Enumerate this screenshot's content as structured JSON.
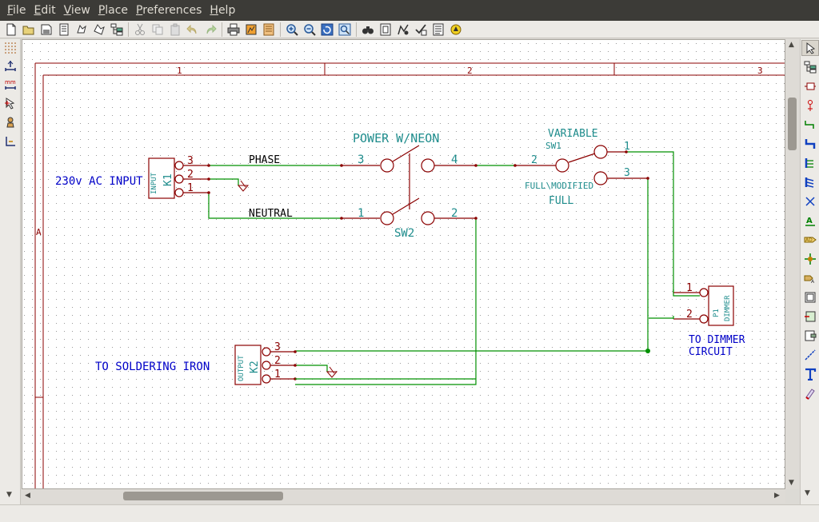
{
  "menu": {
    "items": [
      {
        "label": "File",
        "mnemonic": "F",
        "rest": "ile"
      },
      {
        "label": "Edit",
        "mnemonic": "E",
        "rest": "dit"
      },
      {
        "label": "View",
        "mnemonic": "V",
        "rest": "iew"
      },
      {
        "label": "Place",
        "mnemonic": "P",
        "rest": "lace"
      },
      {
        "label": "Preferences",
        "mnemonic": "P",
        "rest": "references"
      },
      {
        "label": "Help",
        "mnemonic": "H",
        "rest": "elp"
      }
    ]
  },
  "toolbar_icons": [
    "new-schematic-icon",
    "open-schematic-icon",
    "save-all-icon",
    "page-settings-icon",
    "load-project-icon",
    "save-project-icon",
    "hierarchy-navigator-icon",
    "cut-icon",
    "copy-icon",
    "paste-icon",
    "undo-icon",
    "redo-icon",
    "print-icon",
    "plot-icon",
    "schematic-setup-icon",
    "zoom-in-icon",
    "zoom-out-icon",
    "zoom-redraw-icon",
    "zoom-fit-icon",
    "find-icon",
    "library-editor-icon",
    "library-browser-icon",
    "netlist-icon",
    "annotate-icon",
    "erc-icon"
  ],
  "left_toolbar_icons": [
    "grid-toggle-icon",
    "units-inch-icon",
    "units-mm-icon",
    "cursor-shape-icon",
    "hidden-pins-icon",
    "wire-orientation-icon"
  ],
  "right_toolbar_icons": [
    "select-arrow-icon",
    "hierarchy-icon",
    "place-component-icon",
    "place-power-icon",
    "place-wire-icon",
    "place-bus-icon",
    "wire-to-bus-entry-icon",
    "bus-to-bus-entry-icon",
    "no-connect-icon",
    "place-net-label-icon",
    "global-label-icon",
    "junction-icon",
    "hierarchical-label-icon",
    "hierarchical-sheet-icon",
    "import-sheet-pin-icon",
    "place-sheet-pin-icon",
    "graphic-line-icon",
    "graphic-text-icon",
    "delete-item-icon"
  ],
  "schematic": {
    "frame": {
      "columns": [
        "1",
        "2",
        "3"
      ],
      "rows": [
        "A"
      ]
    },
    "colors": {
      "wire": "#009000",
      "component": "#8b0000",
      "text": "#1e8c8c",
      "label": "#000000",
      "note": "#0000c8",
      "frame": "#8b0000"
    },
    "k1": {
      "ref": "K1",
      "value": "INPUT",
      "pins": [
        "3",
        "2",
        "1"
      ],
      "note": "230v AC INPUT"
    },
    "k2": {
      "ref": "K2",
      "value": "OUTPUT",
      "pins": [
        "3",
        "2",
        "1"
      ],
      "note": "TO SOLDERING IRON"
    },
    "sw2": {
      "ref": "SW2",
      "value": "POWER W/NEON",
      "pins": [
        "3",
        "4",
        "1",
        "2"
      ]
    },
    "sw1": {
      "ref": "SW1",
      "value": "VARIABLE",
      "subvalue": "FULL",
      "pos_label": "FULL\\MODIFIED",
      "pins": [
        "2",
        "1",
        "3"
      ]
    },
    "p1": {
      "ref": "P1",
      "value": "DIMMER",
      "pins": [
        "1",
        "2"
      ],
      "note_line1": "TO DIMMER",
      "note_line2": "CIRCUIT"
    },
    "labels": {
      "phase": "PHASE",
      "neutral": "NEUTRAL"
    }
  }
}
